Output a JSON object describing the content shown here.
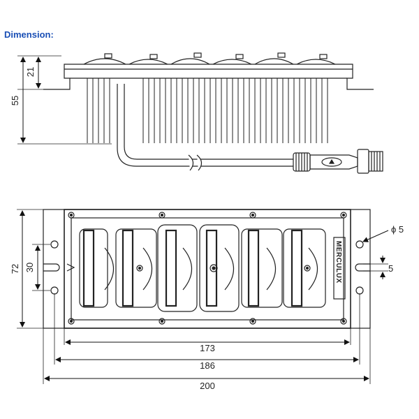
{
  "title": "Dimension:",
  "dimensions": {
    "side_total_height": "55",
    "side_top_height": "21",
    "front_height": "72",
    "hole_spacing": "30",
    "hole_diameter": "ϕ 5",
    "slot_width": "5",
    "width_inner": "173",
    "width_mid": "186",
    "width_total": "200"
  },
  "brand": "MERCULUX"
}
